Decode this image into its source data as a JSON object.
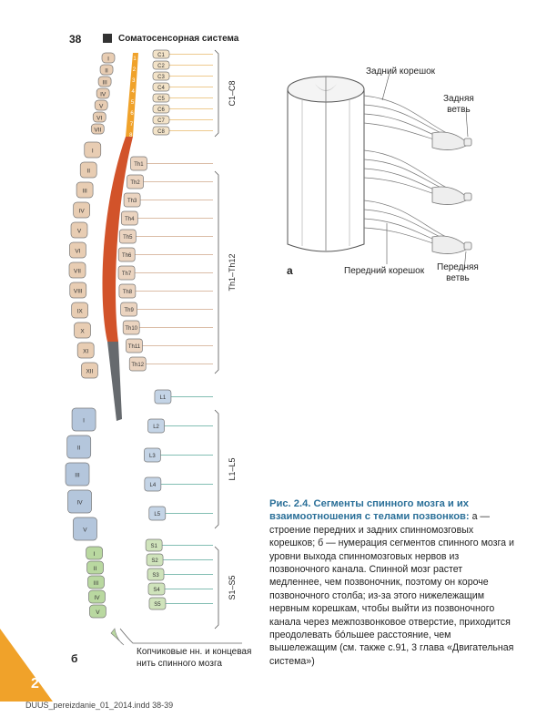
{
  "header": {
    "page_number": "38",
    "section_title": "Соматосенсорная система"
  },
  "footer": {
    "file_info": "DUUS_pereizdanie_01_2014.indd   38-39",
    "page_corner": "2"
  },
  "figure_a": {
    "label": "а",
    "dorsal_root": "Задний корешок",
    "ventral_root": "Передний корешок",
    "posterior_branch": [
      "Задняя",
      "ветвь"
    ],
    "anterior_branch": [
      "Передняя",
      "ветвь"
    ]
  },
  "figure_b": {
    "label": "б",
    "cervical_vertebrae": [
      "I",
      "II",
      "III",
      "IV",
      "V",
      "VI",
      "VII"
    ],
    "cervical_segments": [
      "C1",
      "C2",
      "C3",
      "C4",
      "C5",
      "C6",
      "C7",
      "C8"
    ],
    "cervical_cord_labels": [
      "1",
      "2",
      "3",
      "4",
      "5",
      "6",
      "7",
      "8"
    ],
    "thoracic_vertebrae": [
      "I",
      "II",
      "III",
      "IV",
      "V",
      "VI",
      "VII",
      "VIII",
      "IX",
      "X",
      "XI",
      "XII"
    ],
    "thoracic_segments": [
      "Th1",
      "Th2",
      "Th3",
      "Th4",
      "Th5",
      "Th6",
      "Th7",
      "Th8",
      "Th9",
      "Th10",
      "Th11",
      "Th12"
    ],
    "lumbar_vertebrae": [
      "I",
      "II",
      "III",
      "IV",
      "V"
    ],
    "lumbar_segments": [
      "L1",
      "L2",
      "L3",
      "L4",
      "L5"
    ],
    "sacral_vertebrae": [
      "I",
      "II",
      "III",
      "IV",
      "V"
    ],
    "sacral_segments": [
      "S1",
      "S2",
      "S3",
      "S4",
      "S5"
    ],
    "group_labels": {
      "cervical": "C1–C8",
      "thoracic": "Th1–Th12",
      "lumbar": "L1–L5",
      "sacral": "S1–S5"
    },
    "coccygeal_note": [
      "Копчиковые нн. и концевая",
      "нить спинного мозга"
    ]
  },
  "caption": {
    "title": "Рис. 2.4. Сегменты спинного мозга и их взаимоотношения с телами позвонков:",
    "body": "а — строение передних и задних спинномозговых корешков; б — нумерация сегментов спинного мозга и уровни выхода спинномозговых нервов из позвоночного канала. Спинной мозг растет медленнее, чем позвоночник, поэтому он короче позвоночного столба; из-за этого нижележащим нервным корешкам, чтобы выйти из позвоночного канала через межпозвонковое отверстие, приходится преодолевать бóльшее расстояние, чем вышележащим (см. также с.91, 3 глава «Двигательная система»)"
  },
  "colors": {
    "cervical": "#f0a22a",
    "thoracic": "#d2532a",
    "lumbar_cord": "#666a6e",
    "vertebra_upper": "#e8cdb3",
    "vertebra_lumbar": "#b4c6dc",
    "vertebra_sacral": "#b9d8a0",
    "nerve_cervical": "#e8b86a",
    "nerve_thoracic": "#cfa78a",
    "nerve_lumbar": "#5aa89a",
    "accent": "#2a6f98"
  }
}
